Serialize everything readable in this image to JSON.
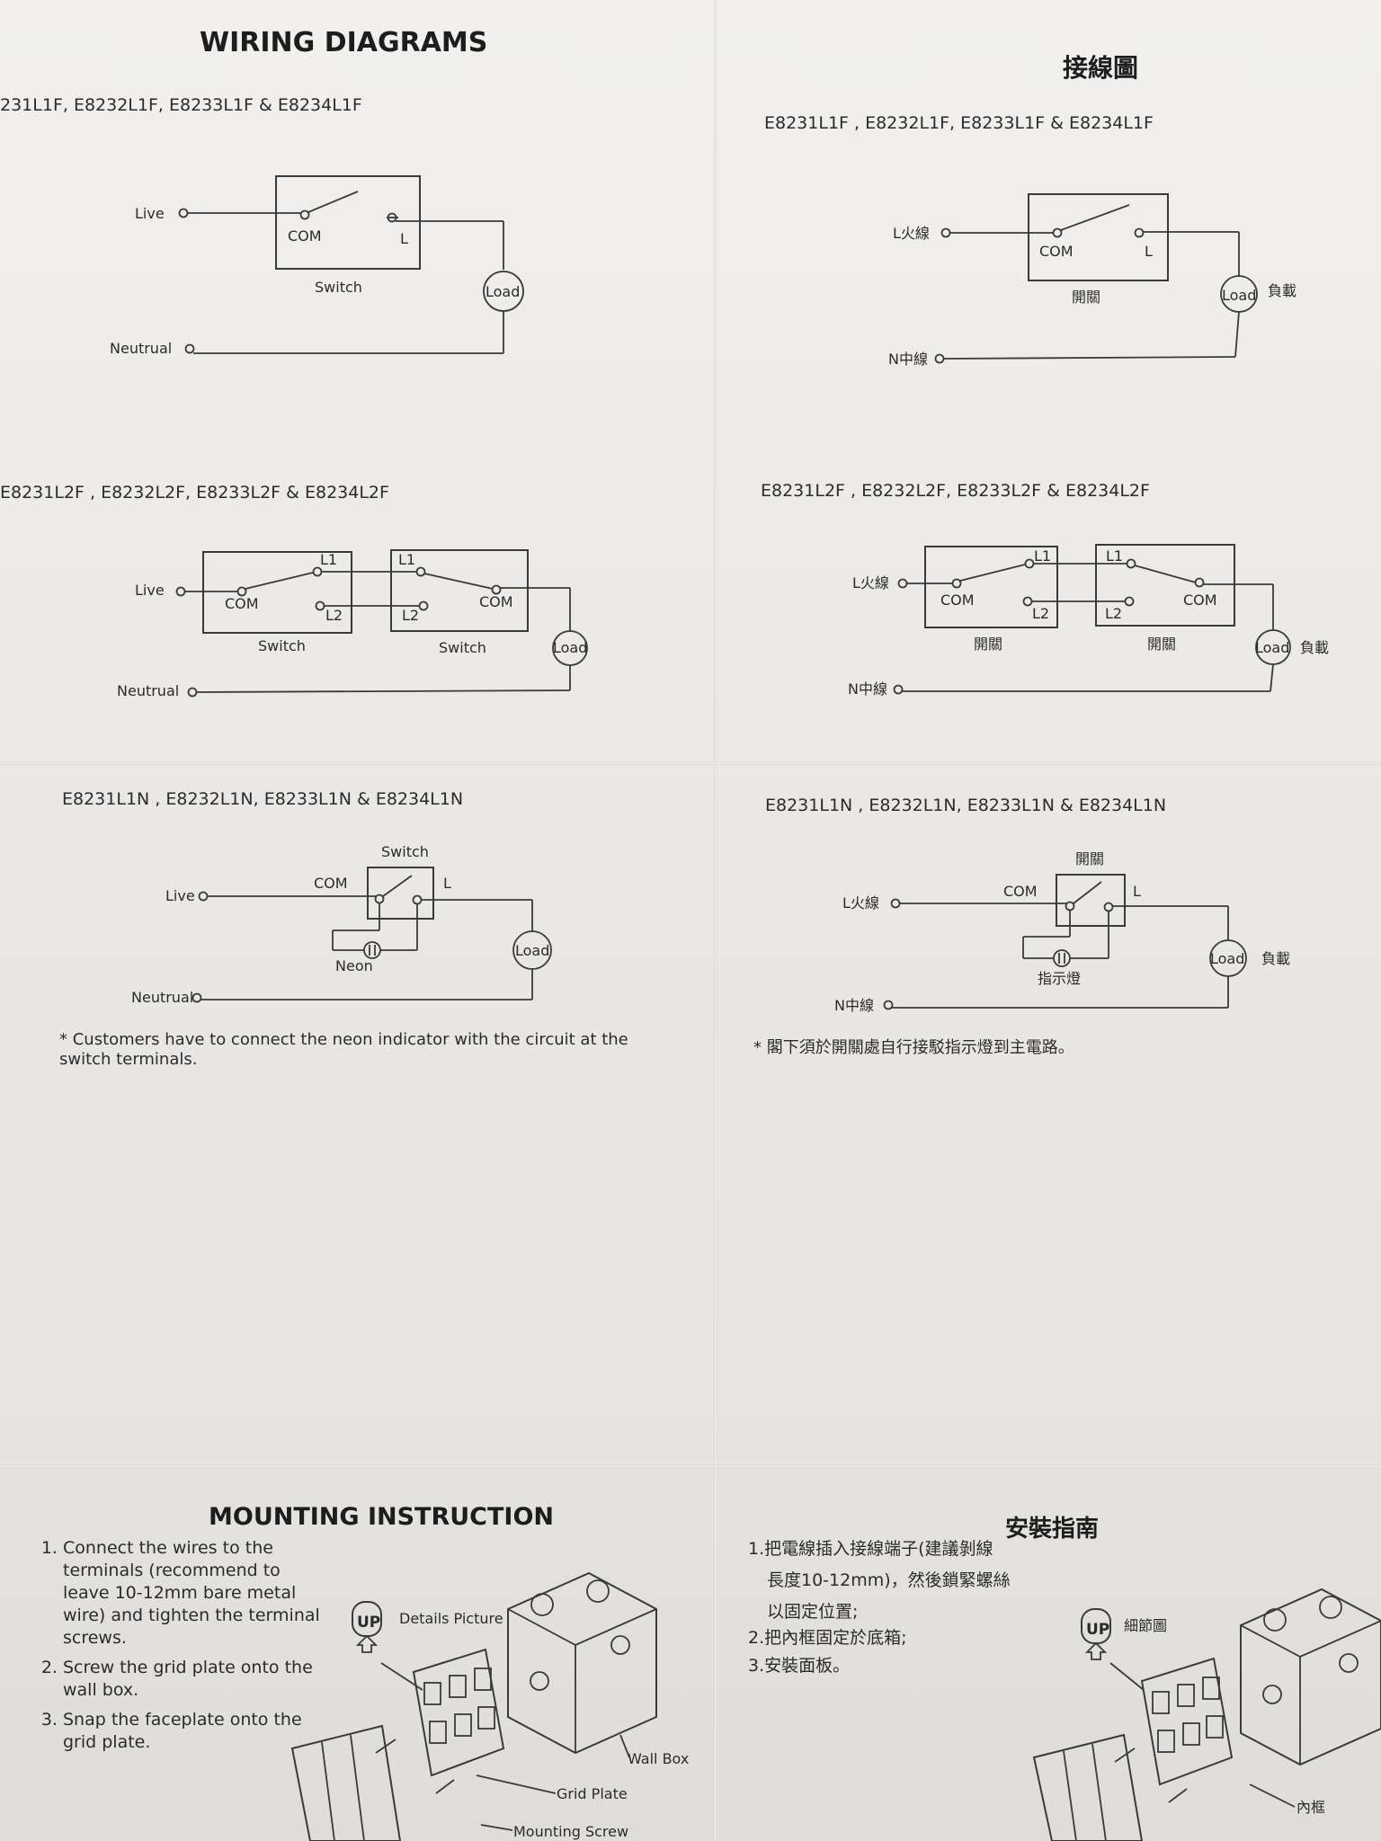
{
  "english": {
    "title": "WIRING DIAGRAMS",
    "models_1": "231L1F, E8232L1F, E8233L1F & E8234L1F",
    "models_2": "E8231L2F , E8232L2F, E8233L2F & E8234L2F",
    "models_3": "E8231L1N , E8232L1N, E8233L1N & E8234L1N",
    "live": "Live",
    "neutral_1": "Neutrual",
    "neutral_2": "Neutrual",
    "neutral_3": "Neutrual",
    "switch": "Switch",
    "load": "Load",
    "com": "COM",
    "l": "L",
    "l1": "L1",
    "l2": "L2",
    "neon": "Neon",
    "neon_note": "* Customers have to connect the neon indicator with the circuit at the switch terminals.",
    "mounting_title": "MOUNTING INSTRUCTION",
    "steps": [
      "Connect the wires to the terminals (recommend to leave 10-12mm bare metal wire) and tighten the terminal screws.",
      "Screw the grid plate onto the wall box.",
      "Snap the faceplate onto the grid plate."
    ],
    "up": "UP",
    "details_picture": "Details Picture",
    "wall_box": "Wall Box",
    "grid_plate": "Grid Plate",
    "mounting_screw": "Mounting Screw"
  },
  "chinese": {
    "title": "接線圖",
    "models_1": "E8231L1F , E8232L1F, E8233L1F & E8234L1F",
    "models_2": "E8231L2F , E8232L2F, E8233L2F & E8234L2F",
    "models_3": "E8231L1N , E8232L1N, E8233L1N & E8234L1N",
    "live": "L火線",
    "live_3": "L火線",
    "neutral": "N中線",
    "switch": "開關",
    "load": "Load",
    "load_label": "負載",
    "com": "COM",
    "l": "L",
    "l1": "L1",
    "l2": "L2",
    "indicator": "指示燈",
    "neon_note": "* 閣下須於開關處自行接駁指示燈到主電路。",
    "mounting_title": "安裝指南",
    "step_1a": "1.把電線插入接線端子(建議剝線",
    "step_1b": "長度10-12mm)，然後鎖緊螺絲",
    "step_1c": "以固定位置;",
    "step_2": "2.把內框固定於底箱;",
    "step_3": "3.安裝面板。",
    "up": "UP",
    "details": "細節圖",
    "inner_frame": "內框"
  }
}
